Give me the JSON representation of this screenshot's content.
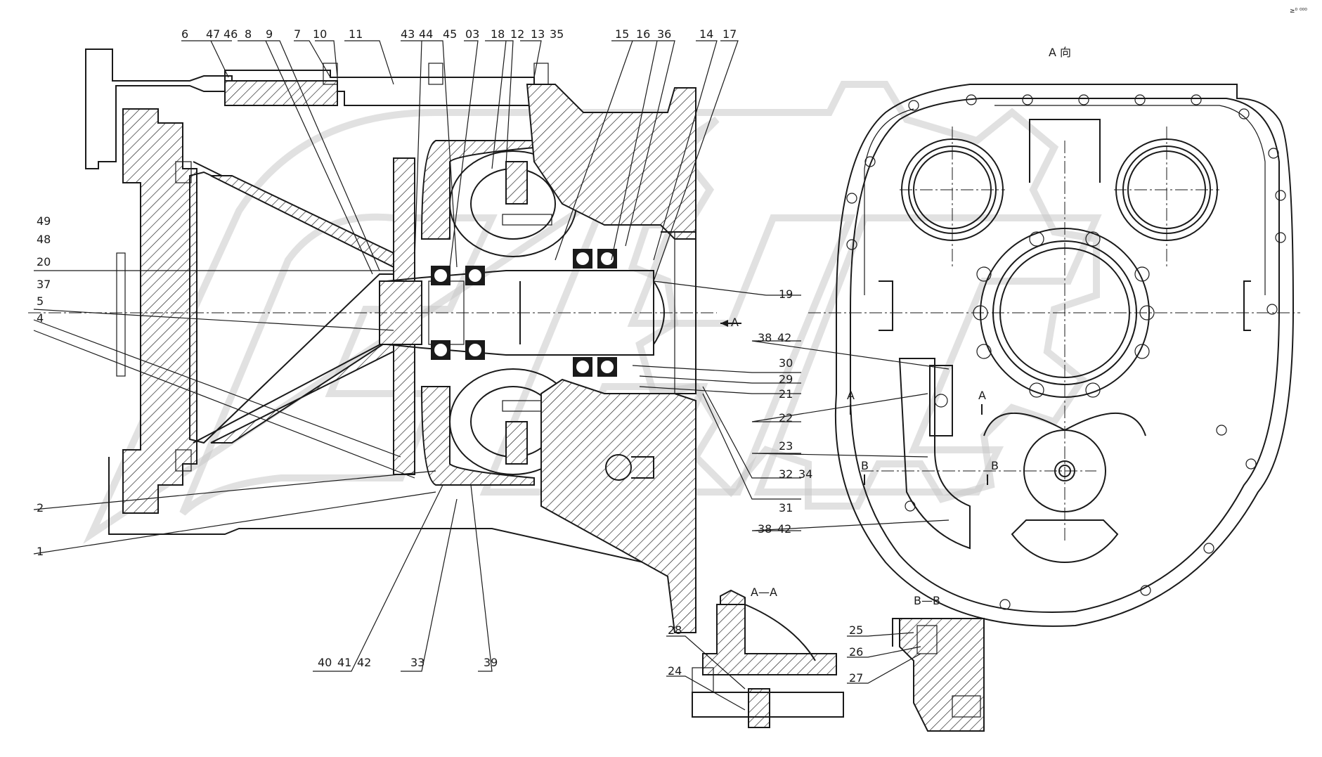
{
  "top_right_note": "≥⁰ ⁰⁰⁰",
  "view_labels": {
    "a_view": "A 向",
    "section_aa": "A—A",
    "section_bb": "B—B",
    "arrow_a": "A",
    "arrow_b": "B"
  },
  "callouts_top": [
    "6",
    "47",
    "46",
    "8",
    "9",
    "7",
    "10",
    "11",
    "43",
    "44",
    "45",
    "03",
    "18",
    "12",
    "13",
    "35",
    "15",
    "16",
    "36",
    "14",
    "17"
  ],
  "callouts_left": [
    "49",
    "48",
    "20",
    "37",
    "5",
    "4",
    "2",
    "1"
  ],
  "callouts_right": [
    "19",
    "38",
    "42",
    "30",
    "29",
    "21",
    "22",
    "23",
    "32",
    "34",
    "31",
    "38",
    "42"
  ],
  "callouts_bottom": [
    "40",
    "41",
    "42",
    "33",
    "39"
  ],
  "callouts_sections": [
    "28",
    "24",
    "25",
    "26",
    "27"
  ],
  "watermark": "CHTZ"
}
